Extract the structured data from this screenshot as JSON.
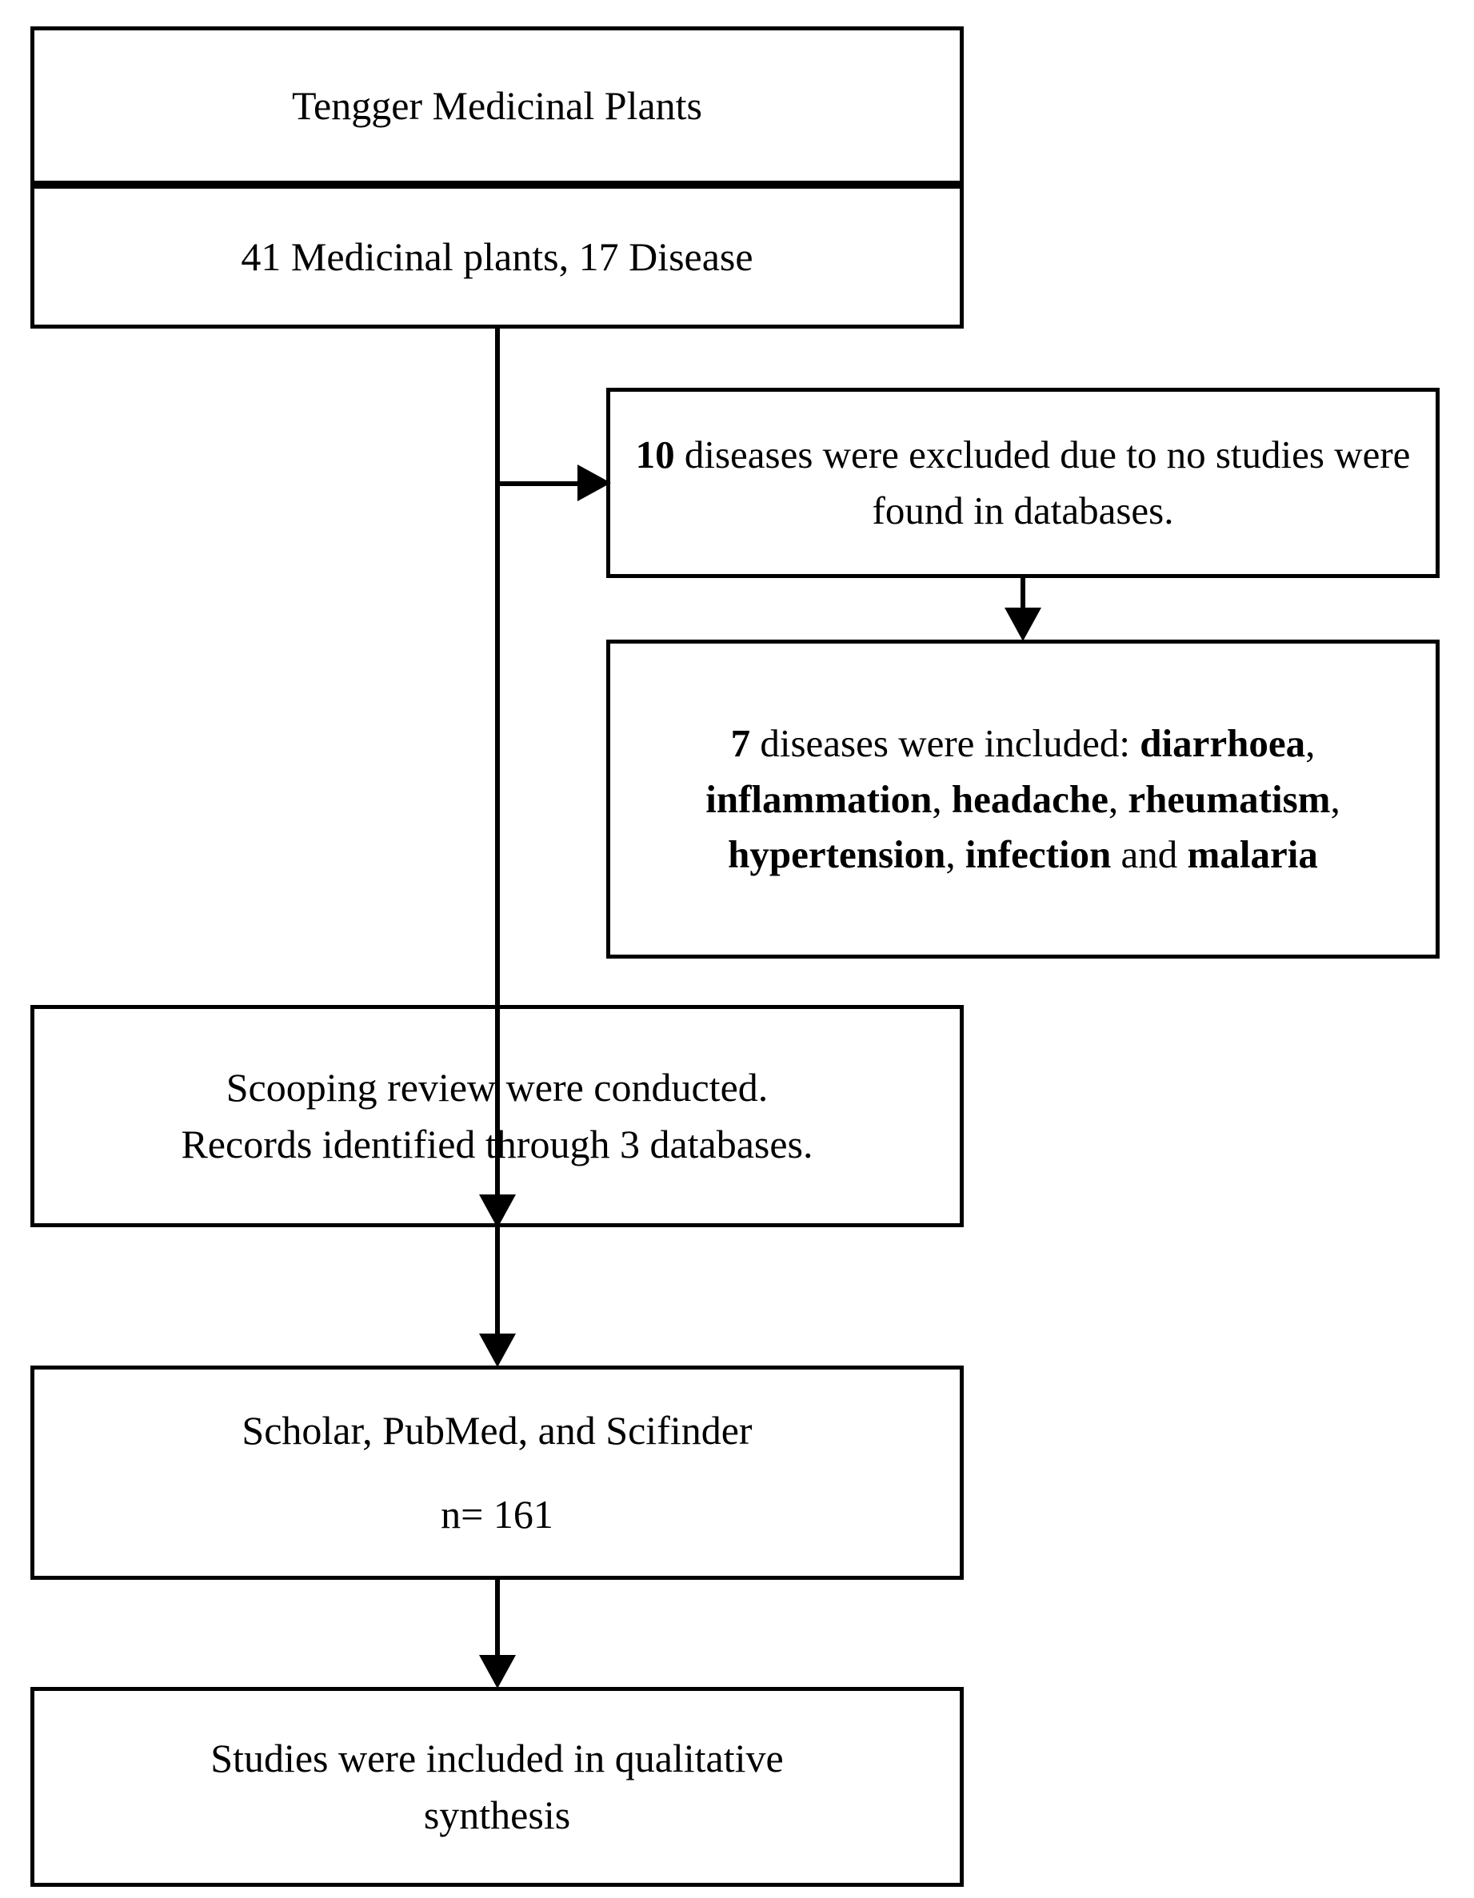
{
  "diagram": {
    "type": "flowchart",
    "title": "PRISMA-style scoping review flow diagram",
    "nodes": {
      "title_box": {
        "text": "Tengger Medicinal Plants"
      },
      "counts_box": {
        "text": "41 Medicinal plants, 17 Disease",
        "plants_count": "41",
        "disease_count": "17"
      },
      "excluded_box": {
        "count": "10",
        "text_rest": " diseases were excluded due to no studies were found in databases.",
        "full_text": "10 diseases were excluded due to no studies were found in databases."
      },
      "included_box": {
        "count": "7",
        "lead_in": " diseases were included: ",
        "diseases": [
          "diarrhoea",
          "inflammation",
          "headache",
          "rheumatism",
          "hypertension",
          "infection",
          "malaria"
        ],
        "conjunction": " and ",
        "full_text": "7 diseases were included: diarrhoea, inflammation, headache, rheumatism, hypertension, infection and malaria"
      },
      "review_box": {
        "line1": "Scooping review were conducted.",
        "line2": "Records identified through 3 databases.",
        "databases_count": "3"
      },
      "databases_box": {
        "line1": "Scholar, PubMed, and Scifinder",
        "line2": "n= 161",
        "n": "161",
        "sources": [
          "Scholar",
          "PubMed",
          "Scifinder"
        ]
      },
      "synthesis_box": {
        "line1": "Studies were included in qualitative",
        "line2": "synthesis",
        "full_text": "Studies were included in qualitative synthesis"
      }
    },
    "colors": {
      "stroke": "#000000",
      "fill": "#ffffff",
      "text": "#000000"
    }
  }
}
